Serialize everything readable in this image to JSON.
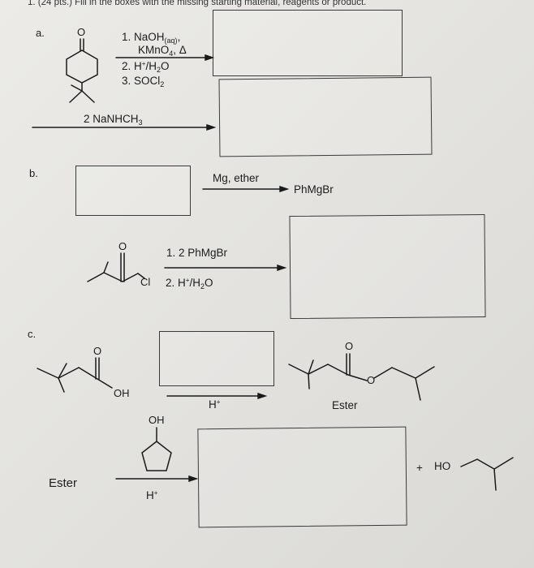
{
  "header": {
    "text": "1.  (24 pts.)  Fill in the boxes with the missing starting material, reagents or product."
  },
  "part_a": {
    "label": "a.",
    "reagent1_num": "1.",
    "reagent1_main": "NaOH",
    "reagent1_sub": "(aq)",
    "reagent1_tail": ",",
    "reagent2_main": "KMnO",
    "reagent2_sub": "4",
    "reagent2_tail": ", Δ",
    "reagent3_num": "2.",
    "reagent3_main": "H",
    "reagent3_sup": "+",
    "reagent3_mid": "/H",
    "reagent3_sub": "2",
    "reagent3_tail": "O",
    "reagent4_num": "3.",
    "reagent4_main": "SOCl",
    "reagent4_sub": "2",
    "atom_o": "O",
    "step2_main": "2 NaNHCH",
    "step2_sub": "3"
  },
  "part_b": {
    "label": "b.",
    "reagent_top": "Mg, ether",
    "product": "PhMgBr",
    "step1": "1.  2 PhMgBr",
    "step2_main": "2. H",
    "step2_sup": "+",
    "step2_mid": "/H",
    "step2_sub": "2",
    "step2_tail": "O",
    "atom_o": "O",
    "atom_cl": "Cl"
  },
  "part_c": {
    "label": "c.",
    "atom_o1": "O",
    "atom_oh": "OH",
    "catalyst1_main": "H",
    "catalyst1_sup": "+",
    "ester_o_carbonyl": "O",
    "ester_o_link": "O",
    "ester_label": "Ester",
    "cyclo_oh": "OH",
    "ester_start": "Ester",
    "catalyst2_main": "H",
    "catalyst2_sup": "+",
    "plus": "+",
    "alcohol_ho": "HO"
  }
}
